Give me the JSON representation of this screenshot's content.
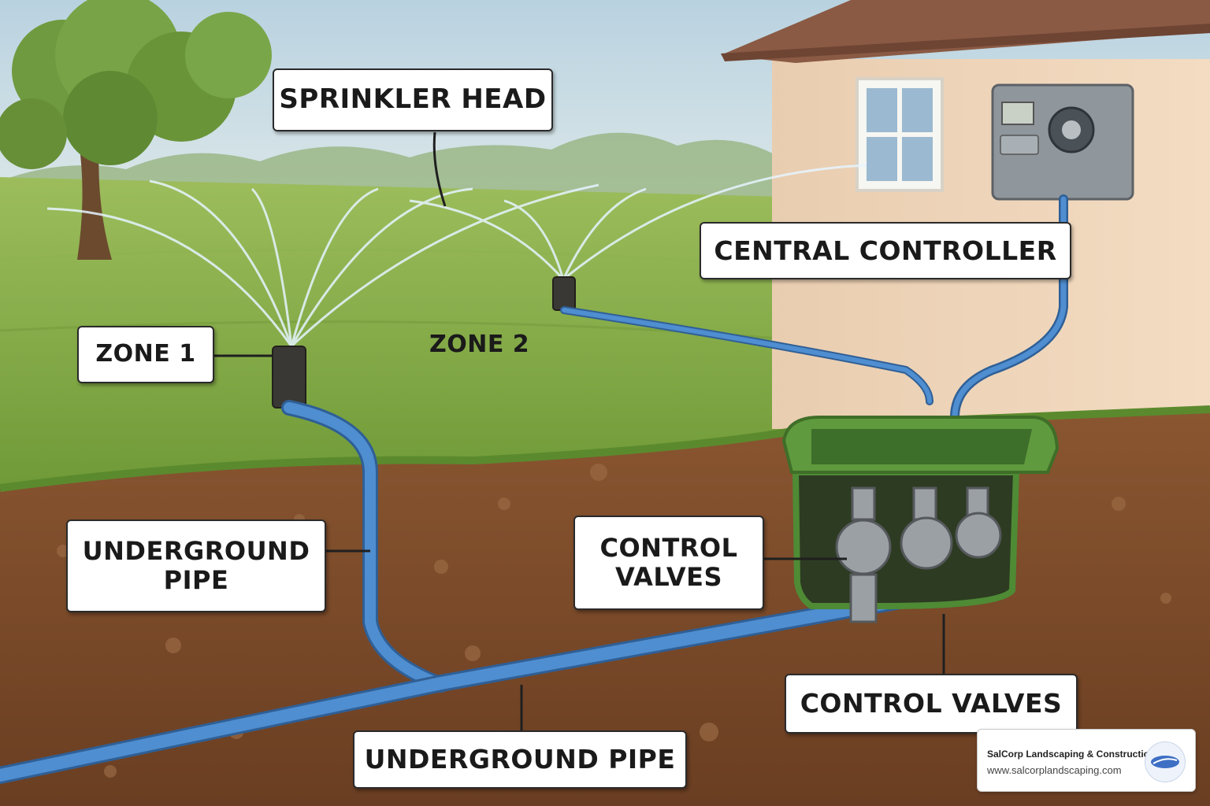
{
  "labels": {
    "sprinkler_head": "SPRINKLER HEAD",
    "central_controller": "CENTRAL CONTROLLER",
    "zone_1": "ZONE 1",
    "zone_2": "ZONE 2",
    "underground_pipe_left": "UNDERGROUND PIPE",
    "control_valves_mid": "CONTROL VALVES",
    "control_valves_right": "CONTROL VALVES",
    "underground_pipe_bottom": "UNDERGROUND PIPE"
  },
  "branding": {
    "name": "SalCorp Landscaping & Construction",
    "url": "www.salcorplandscaping.com"
  },
  "colors": {
    "sky": "#cfe0e8",
    "grass": "#7fa843",
    "soil": "#7a4a2a",
    "pipe": "#4a86c8",
    "valve_box": "#4f8a35",
    "house_wall": "#ecd2b4",
    "roof": "#8a5a44"
  }
}
